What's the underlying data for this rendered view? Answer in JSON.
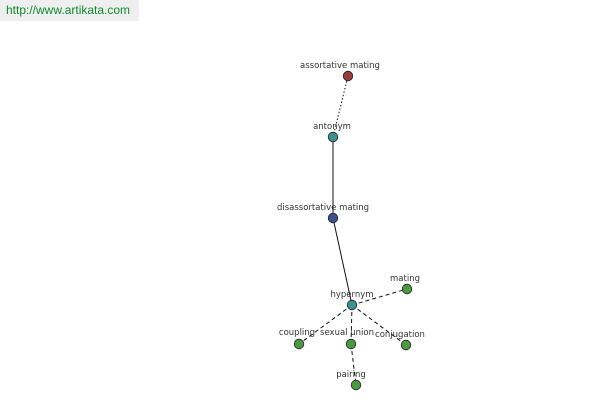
{
  "source_link": "http://www.artikata.com",
  "graph": {
    "nodes": [
      {
        "id": "assortative-mating",
        "label": "assortative mating",
        "color": "#9b3b3b"
      },
      {
        "id": "antonym",
        "label": "antonym",
        "color": "#3f8f8f"
      },
      {
        "id": "disassortative-mating",
        "label": "disassortative mating",
        "color": "#404f8f"
      },
      {
        "id": "hypernym",
        "label": "hypernym",
        "color": "#3f8f8f"
      },
      {
        "id": "mating",
        "label": "mating",
        "color": "#4a9a3f"
      },
      {
        "id": "coupling",
        "label": "coupling",
        "color": "#4a9a3f"
      },
      {
        "id": "sexual-union",
        "label": "sexual union",
        "color": "#4a9a3f"
      },
      {
        "id": "conjugation",
        "label": "conjugation",
        "color": "#4a9a3f"
      },
      {
        "id": "pairing",
        "label": "pairing",
        "color": "#4a9a3f"
      }
    ],
    "edges": [
      {
        "from": "antonym",
        "to": "assortative-mating",
        "style": "dotted"
      },
      {
        "from": "antonym",
        "to": "disassortative-mating",
        "style": "solid"
      },
      {
        "from": "disassortative-mating",
        "to": "hypernym",
        "style": "solid"
      },
      {
        "from": "hypernym",
        "to": "mating",
        "style": "dashed"
      },
      {
        "from": "hypernym",
        "to": "coupling",
        "style": "dashed"
      },
      {
        "from": "hypernym",
        "to": "sexual-union",
        "style": "dashed"
      },
      {
        "from": "hypernym",
        "to": "conjugation",
        "style": "dashed"
      },
      {
        "from": "sexual-union",
        "to": "pairing",
        "style": "dashed"
      }
    ]
  }
}
